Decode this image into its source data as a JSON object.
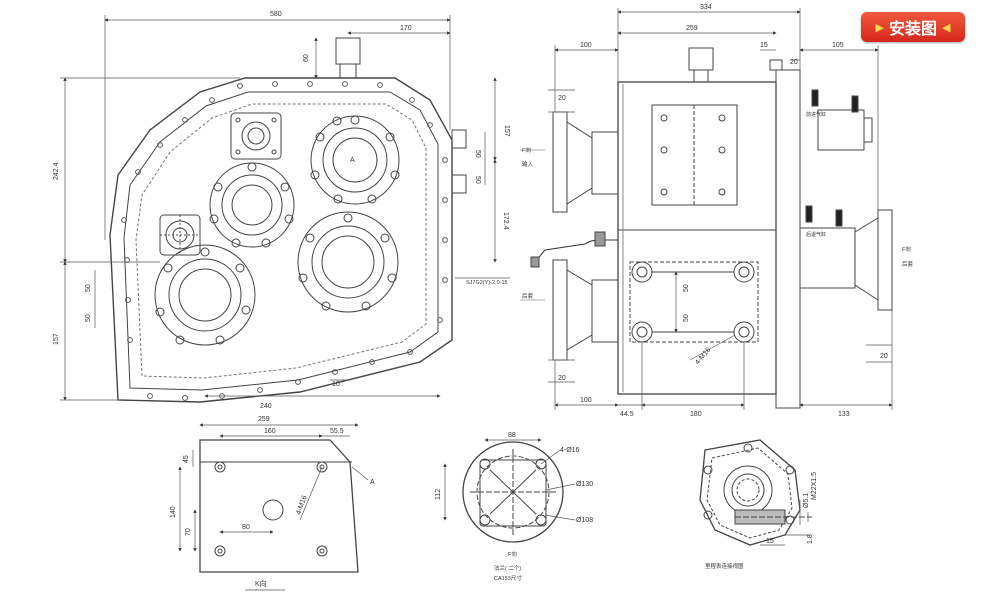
{
  "badge": {
    "label": "安装图",
    "left_icon": "triangle-right",
    "right_icon": "triangle-left"
  },
  "front": {
    "dim_580": "580",
    "dim_170": "170",
    "dim_60": "60",
    "dim_157_top": "157",
    "dim_50a": "50",
    "dim_50b": "50",
    "dim_172": "172.4",
    "dim_242": "242.4",
    "dim_157_bot": "157",
    "dim_50c": "50",
    "dim_50d": "50",
    "dim_240": "240",
    "dim_10": "10",
    "label_A": "A",
    "sensor_label": "SJ7G2(Y)-2.0-15"
  },
  "side": {
    "dim_334": "334",
    "dim_259": "259",
    "dim_100_top": "100",
    "dim_15": "15",
    "dim_20_tr": "20",
    "dim_105": "105",
    "dim_20_l": "20",
    "dim_20_lb": "20",
    "dim_100_bot": "100",
    "dim_44": "44.5",
    "dim_180": "180",
    "dim_133": "133",
    "dim_20_br": "20",
    "dim_50a": "50",
    "dim_50b": "50",
    "label_m16": "4-M16",
    "input_lbl1": "F向",
    "input_lbl2": "输入",
    "output_lbl": "后套",
    "f_lbl": "F向",
    "k_lbl": "K向",
    "air_lbl1": "前进气缸",
    "air_lbl2": "后退气缸"
  },
  "kview": {
    "dim_259": "259",
    "dim_160": "160",
    "dim_55": "55.5",
    "dim_140": "140",
    "dim_70": "70",
    "dim_80": "80",
    "dim_45": "45",
    "m16": "4-M16",
    "label_A": "A",
    "title": "K向"
  },
  "flange": {
    "dim_88": "88",
    "dim_112": "112",
    "holes": "4-Ø16",
    "dia_130": "Ø130",
    "dia_108": "Ø108",
    "f_lbl": "F向",
    "cap1": "法兰( 二个)",
    "cap2": "CA153尺寸"
  },
  "detail": {
    "m22": "M22X1.5",
    "d5": "Ø5.1",
    "dim_8": "1.8",
    "dim_15": "15",
    "caption": "里程表连接视图"
  }
}
